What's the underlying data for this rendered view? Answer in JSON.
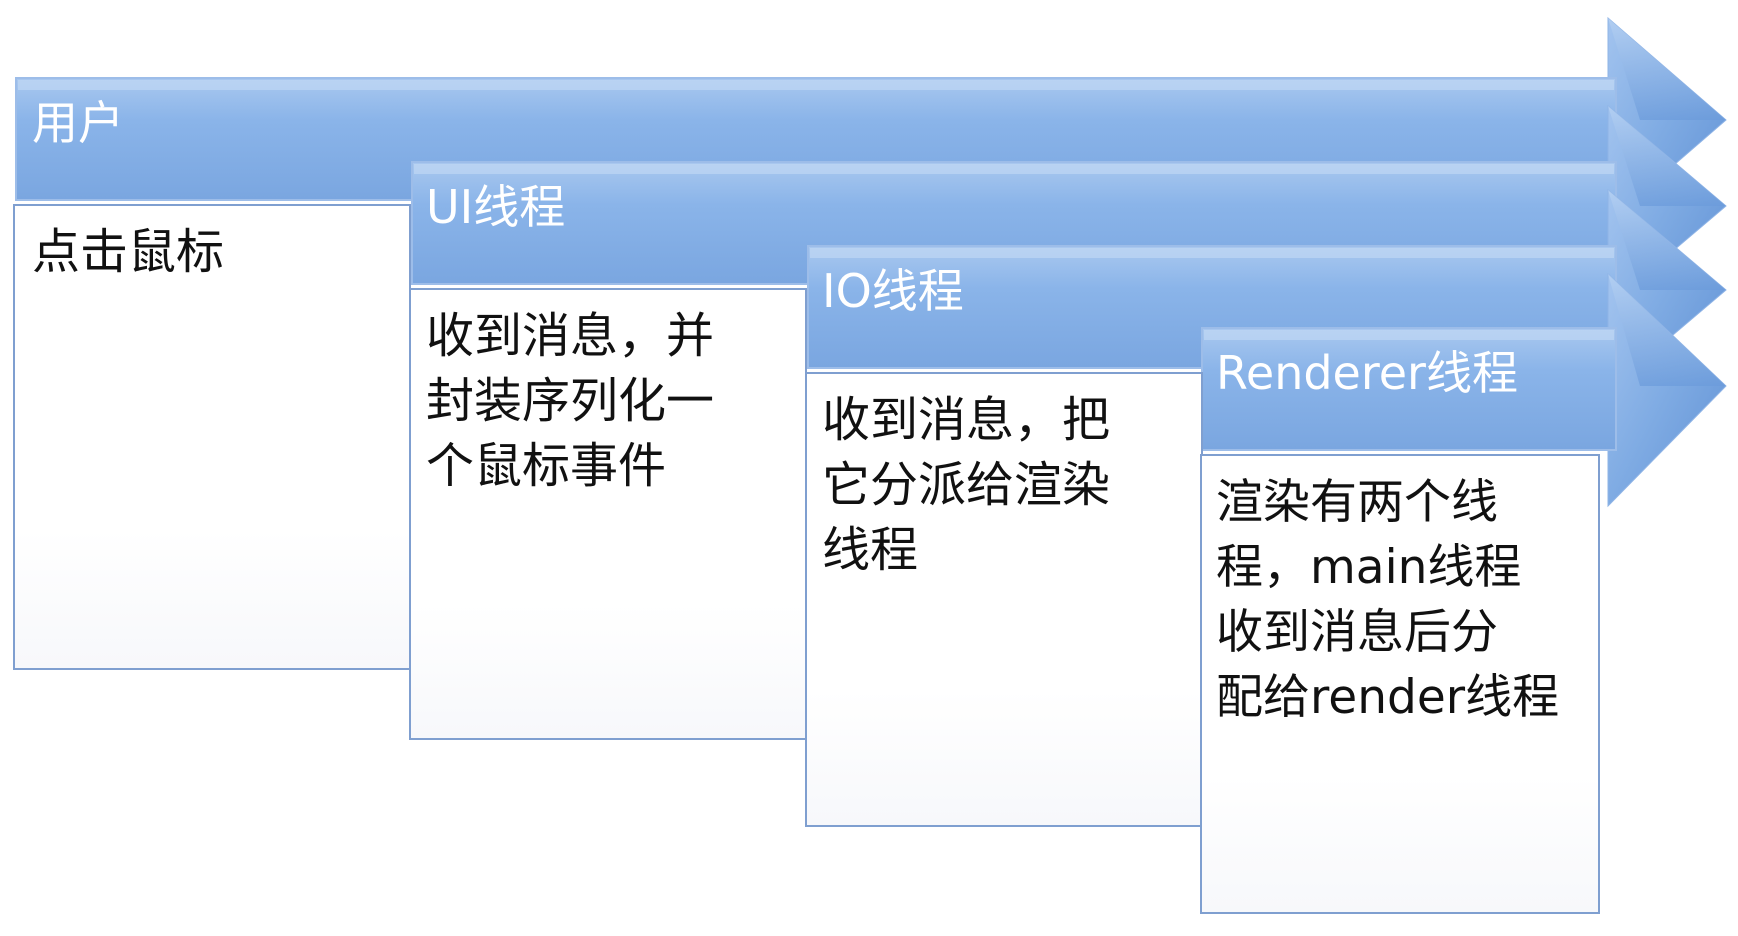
{
  "stages": [
    {
      "id": "user",
      "label": "用户",
      "description": "点击鼠标"
    },
    {
      "id": "ui",
      "label": "UI线程",
      "description": "收到消息，并\n封装序列化一\n个鼠标事件"
    },
    {
      "id": "io",
      "label": "IO线程",
      "description": "收到消息，把\n它分派给渲染\n线程"
    },
    {
      "id": "renderer",
      "label": "Renderer线程",
      "description": "渲染有两个线\n程，main线程\n收到消息后分\n配给render线程"
    }
  ],
  "colors": {
    "arrow_top": "#a9c8ef",
    "arrow_mid": "#8db6e8",
    "arrow_bottom": "#7aa6e0",
    "arrow_edge": "#6f9bd6",
    "box_border": "#7f9fd0"
  }
}
